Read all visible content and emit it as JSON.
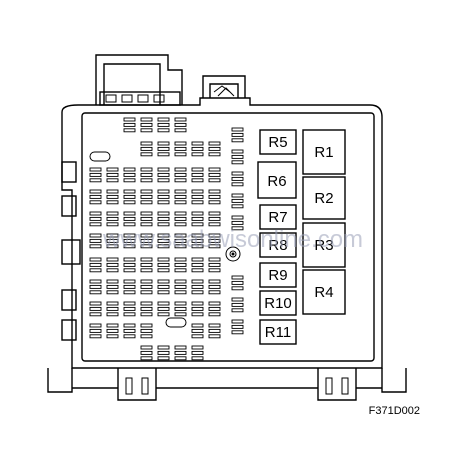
{
  "relays": [
    {
      "id": "r5",
      "label": "R5"
    },
    {
      "id": "r1",
      "label": "R1"
    },
    {
      "id": "r6",
      "label": "R6"
    },
    {
      "id": "r2",
      "label": "R2"
    },
    {
      "id": "r7",
      "label": "R7"
    },
    {
      "id": "r8",
      "label": "R8"
    },
    {
      "id": "r3",
      "label": "R3"
    },
    {
      "id": "r9",
      "label": "R9"
    },
    {
      "id": "r4",
      "label": "R4"
    },
    {
      "id": "r10",
      "label": "R10"
    },
    {
      "id": "r11",
      "label": "R11"
    }
  ],
  "watermark": "www.saabwisonline.com",
  "figure_code": "F371D002",
  "colors": {
    "line": "#000000",
    "background": "#ffffff",
    "watermark": "#9aa0b8"
  }
}
